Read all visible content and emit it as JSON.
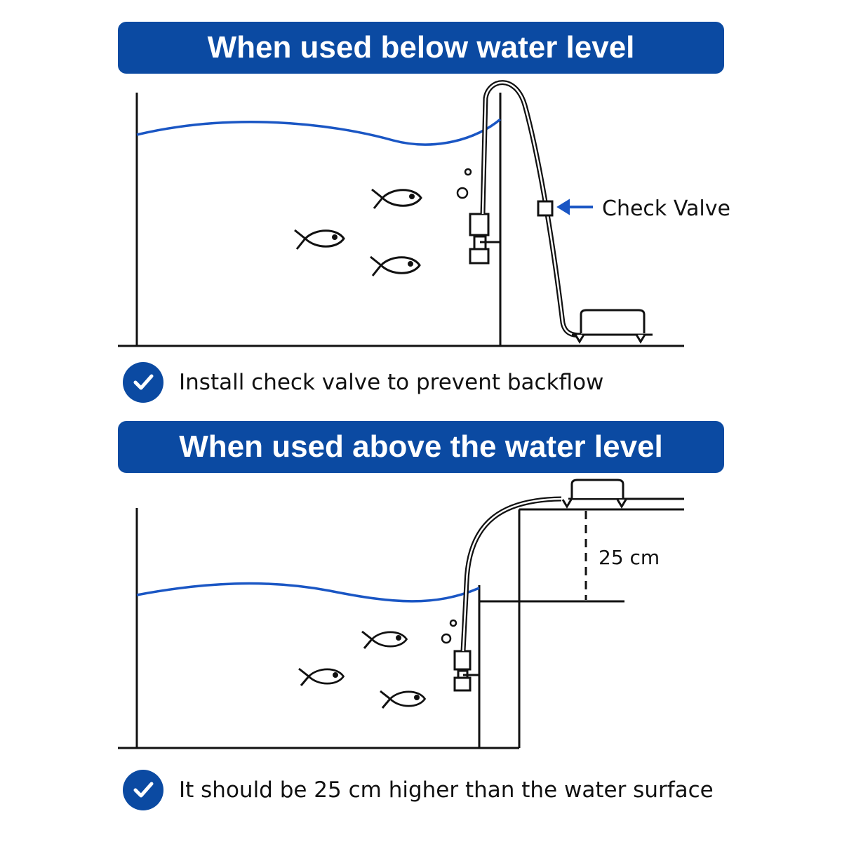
{
  "top_section": {
    "title": "When used below water level",
    "check_valve_label": "Check Valve",
    "note": "Install check valve to prevent backflow"
  },
  "bottom_section": {
    "title": "When used above the water level",
    "height_label": "25 cm",
    "note": "It should be 25 cm higher than the water surface"
  },
  "colors": {
    "accent": "#0b4aa2",
    "water_line": "#1a56c4",
    "line": "#111111"
  },
  "icons": [
    "check-circle-icon",
    "fish-icon",
    "bubble-icon",
    "pump-icon",
    "check-valve-icon",
    "arrow-left-icon",
    "filter-box-icon"
  ]
}
